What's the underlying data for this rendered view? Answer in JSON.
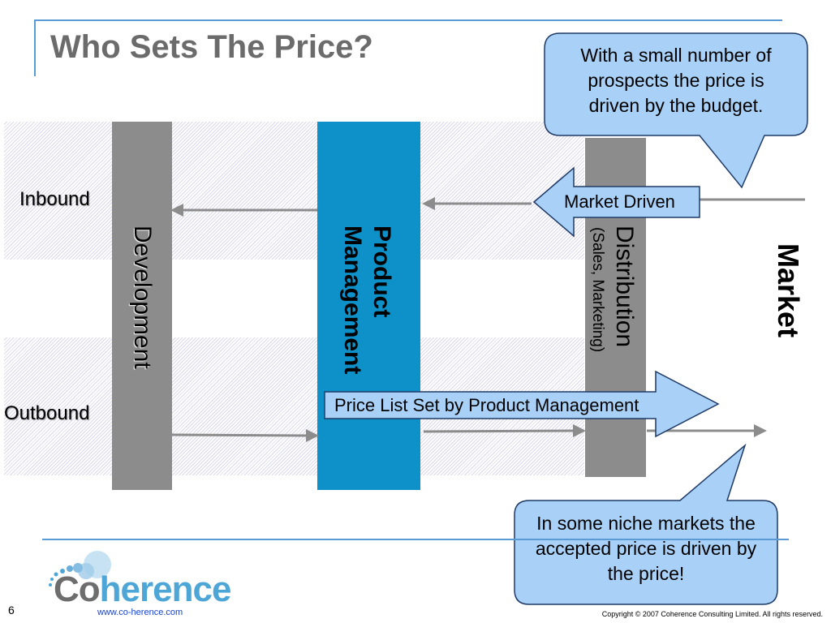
{
  "title": "Who Sets The Price?",
  "page_number": "6",
  "rows": {
    "inbound": "Inbound",
    "outbound": "Outbound"
  },
  "columns": {
    "development": "Development",
    "product_management": "Product Management",
    "distribution": "Distribution",
    "distribution_sub": "(Sales, Marketing)",
    "market": "Market"
  },
  "arrows": {
    "market_driven": "Market Driven",
    "price_list": "Price List Set by Product Management"
  },
  "callouts": {
    "top": "With a small number of prospects the price is driven by the budget.",
    "bottom": "In some niche markets the accepted price is driven by the price!"
  },
  "footer": {
    "logo_co": "Co",
    "logo_herence": "herence",
    "url": "www.co-herence.com",
    "copyright": "Copyright © 2007 Coherence Consulting Limited. All rights reserved."
  },
  "colors": {
    "accent_blue": "#5b9bd5",
    "product_management": "#0e91c8",
    "column_gray": "#8c8c8c",
    "callout_fill": "#a9d1f7",
    "logo_dark": "#6d6d6d",
    "logo_blue": "#4ea6d6"
  }
}
